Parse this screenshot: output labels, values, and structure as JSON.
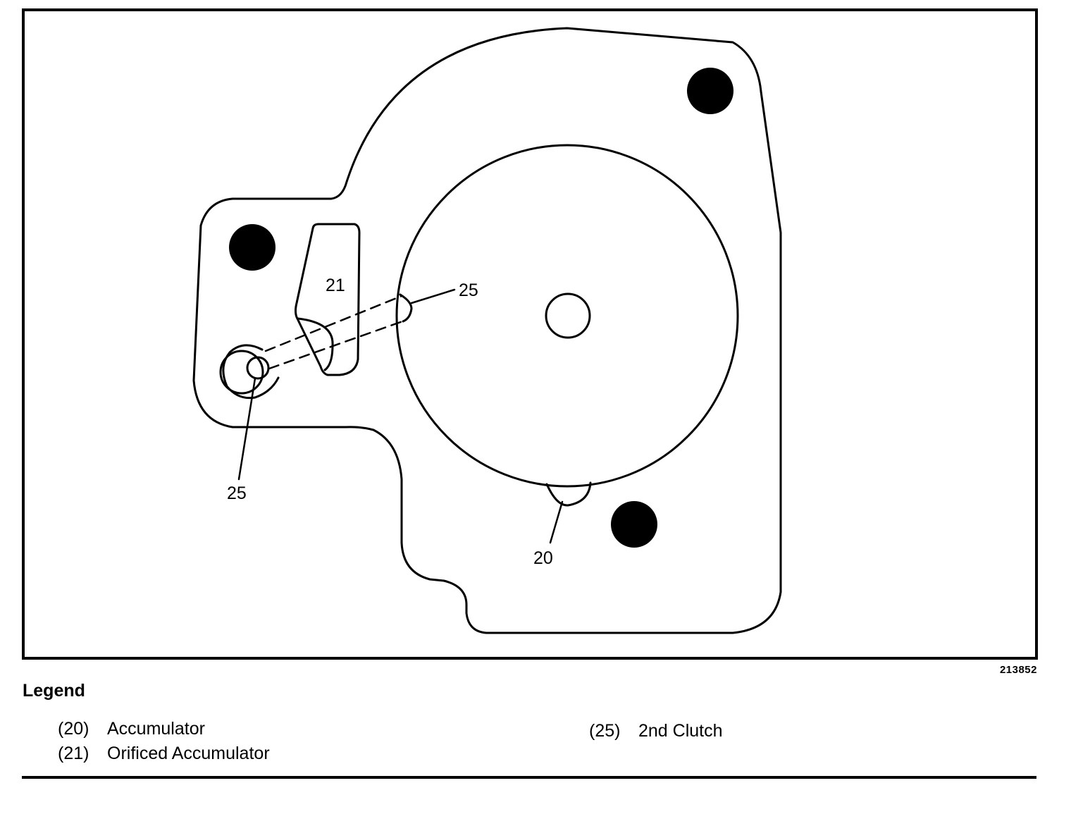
{
  "figure": {
    "number": "213852",
    "callouts": {
      "label_21": "21",
      "label_25_upper": "25",
      "label_25_lower": "25",
      "label_20": "20"
    }
  },
  "legend": {
    "title": "Legend",
    "items": [
      {
        "num": "(20)",
        "text": "Accumulator"
      },
      {
        "num": "(21)",
        "text": "Orificed Accumulator"
      },
      {
        "num": "(25)",
        "text": "2nd Clutch"
      }
    ]
  }
}
